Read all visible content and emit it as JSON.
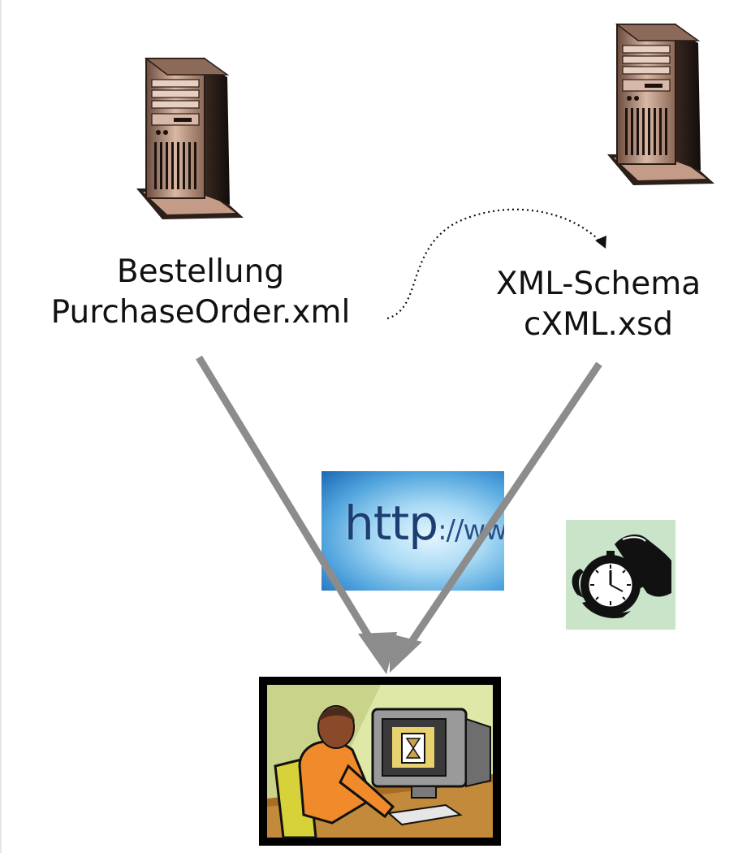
{
  "diagram": {
    "left_node": {
      "line1": "Bestellung",
      "line2": "PurchaseOrder.xml",
      "icon": "server-tower-icon"
    },
    "right_node": {
      "line1": "XML-Schema",
      "line2": "cXML.xsd",
      "icon": "server-tower-icon"
    },
    "transport": {
      "text_main": "http",
      "text_rest": "://ww",
      "icon": "http-banner-image"
    },
    "timer": {
      "icon": "stopwatch-icon"
    },
    "client": {
      "icon": "workstation-user-icon"
    },
    "colors": {
      "arrow": "#8c8c8c",
      "text": "#111111",
      "tile_green": "#c9e4c8",
      "frame_bg": "#dde7a0"
    }
  }
}
